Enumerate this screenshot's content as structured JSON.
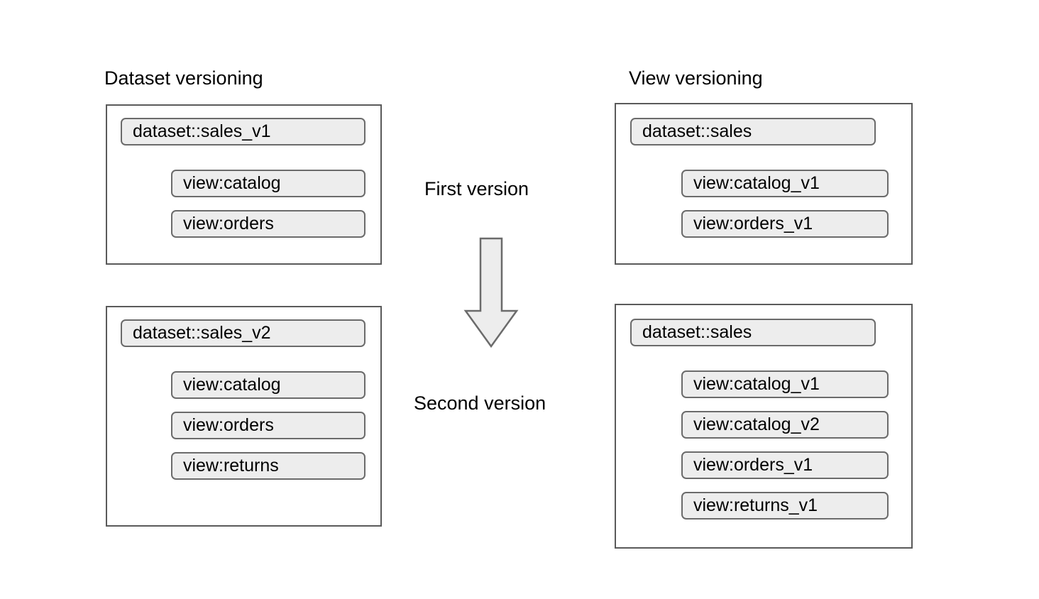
{
  "diagram": {
    "title": "Dataset versioning vs View versioning",
    "background_color": "#ffffff",
    "panel_border_color": "#5a5a5a",
    "pill_fill_color": "#ededed",
    "pill_border_color": "#6b6b6b",
    "text_color": "#000000",
    "arrow_fill_color": "#ededed",
    "arrow_border_color": "#6b6b6b"
  },
  "columns": {
    "left": {
      "heading": "Dataset versioning",
      "groups": [
        {
          "dataset": "dataset::sales_v1",
          "views": [
            "view:catalog",
            "view:orders"
          ]
        },
        {
          "dataset": "dataset::sales_v2",
          "views": [
            "view:catalog",
            "view:orders",
            "view:returns"
          ]
        }
      ]
    },
    "right": {
      "heading": "View versioning",
      "groups": [
        {
          "dataset": "dataset::sales",
          "views": [
            "view:catalog_v1",
            "view:orders_v1"
          ]
        },
        {
          "dataset": "dataset::sales",
          "views": [
            "view:catalog_v1",
            "view:catalog_v2",
            "view:orders_v1",
            "view:returns_v1"
          ]
        }
      ]
    }
  },
  "middle": {
    "top_label": "First version",
    "bottom_label": "Second version",
    "arrow_icon": "arrow-down-icon"
  }
}
